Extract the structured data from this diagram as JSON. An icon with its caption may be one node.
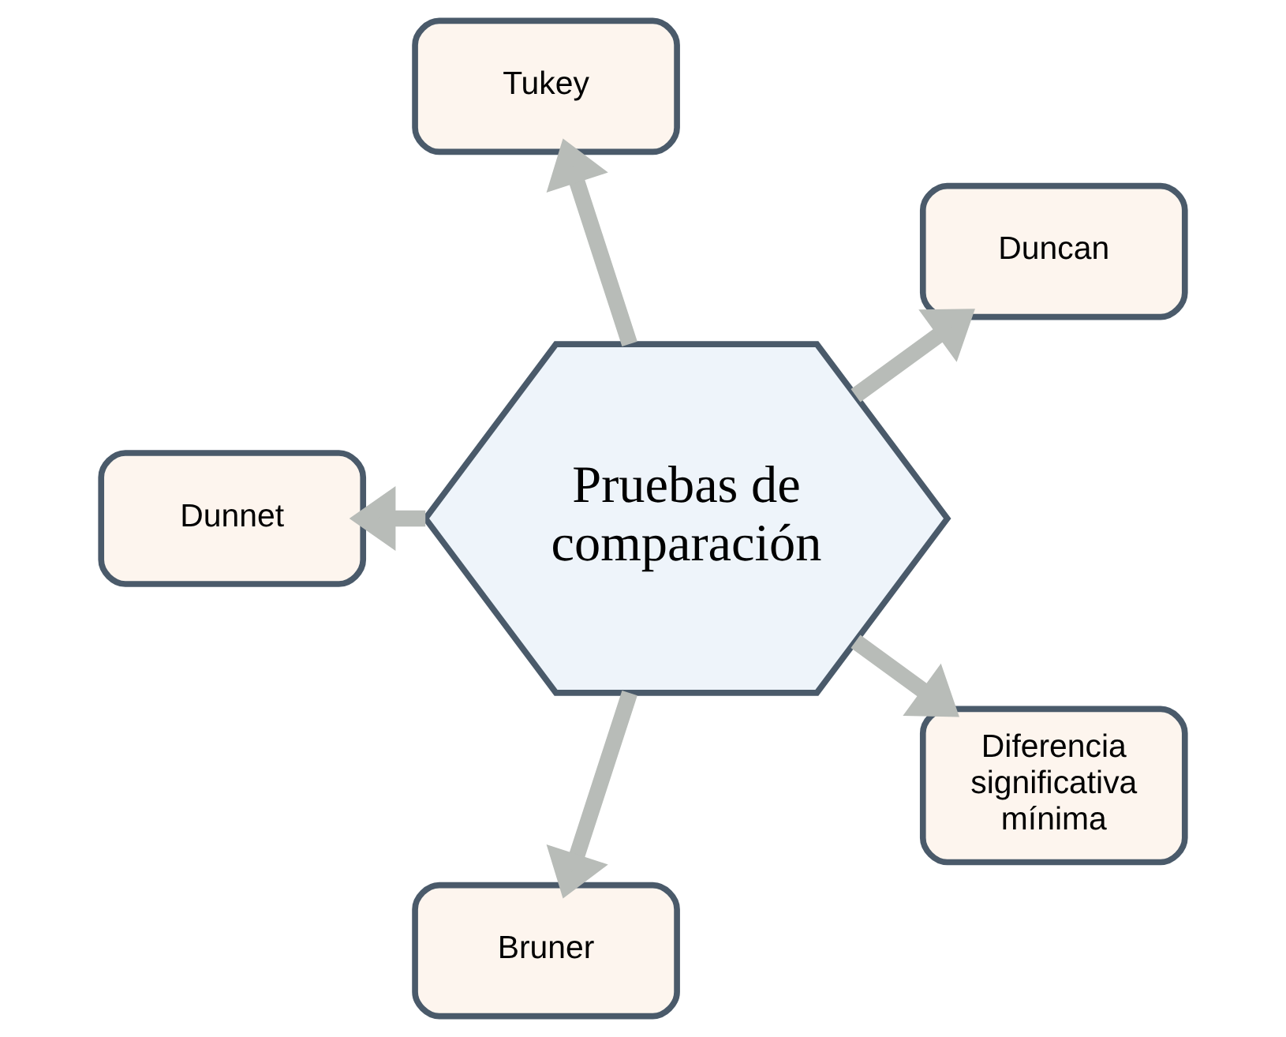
{
  "diagram": {
    "nodes": [
      {
        "text": [
          "Pruebas de comparación"
        ]
      },
      {
        "text": [
          "Duncan"
        ]
      },
      {
        "text": [
          "Tukey"
        ]
      },
      {
        "text": [
          "Dunnet"
        ]
      },
      {
        "text": [
          "Bruner"
        ]
      },
      {
        "text": [
          "Diferencia significativa mínima"
        ]
      }
    ],
    "edges": [
      {
        "from": 0,
        "to": 1,
        "arrow": "to"
      },
      {
        "from": 0,
        "to": 2,
        "arrow": "to"
      },
      {
        "from": 0,
        "to": 3,
        "arrow": "to"
      },
      {
        "from": 0,
        "to": 4,
        "arrow": "to"
      },
      {
        "from": 0,
        "to": 5,
        "arrow": "to"
      }
    ]
  }
}
